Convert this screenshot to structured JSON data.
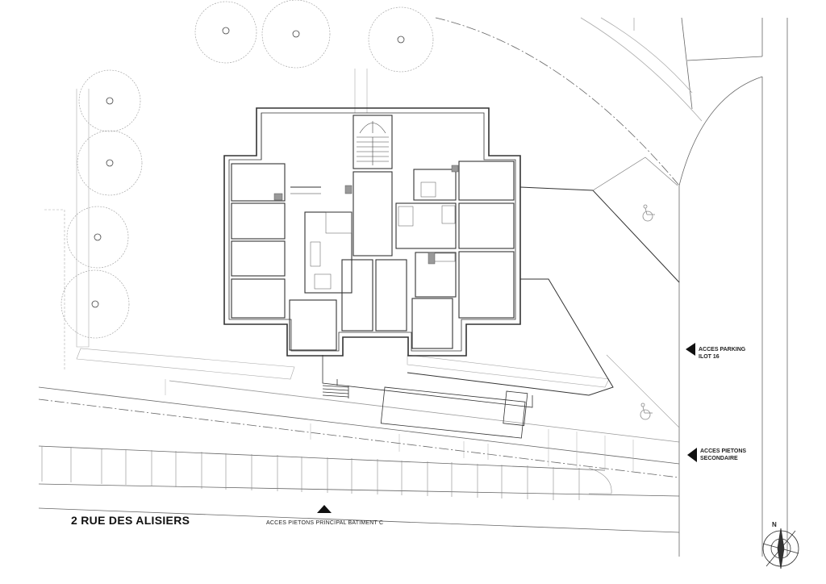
{
  "street": {
    "name": "2 RUE DES ALISIERS"
  },
  "accesses": {
    "main_pedestrian": "ACCES PIETONS PRINCIPAL BATIMENT C",
    "parking": [
      "ACCES PARKING",
      "ILOT 16"
    ],
    "secondary_pedestrian": [
      "ACCES PIETONS",
      "SECONDAIRE"
    ]
  },
  "compass": {
    "north_label": "N"
  },
  "colors": {
    "wall": "#333333",
    "line": "#555555",
    "light_line": "#9a9a9a",
    "background": "#ffffff"
  },
  "icons": [
    "tree-icon",
    "wheelchair-icon",
    "access-arrow-icon",
    "compass-rose-icon",
    "staircase-icon"
  ]
}
